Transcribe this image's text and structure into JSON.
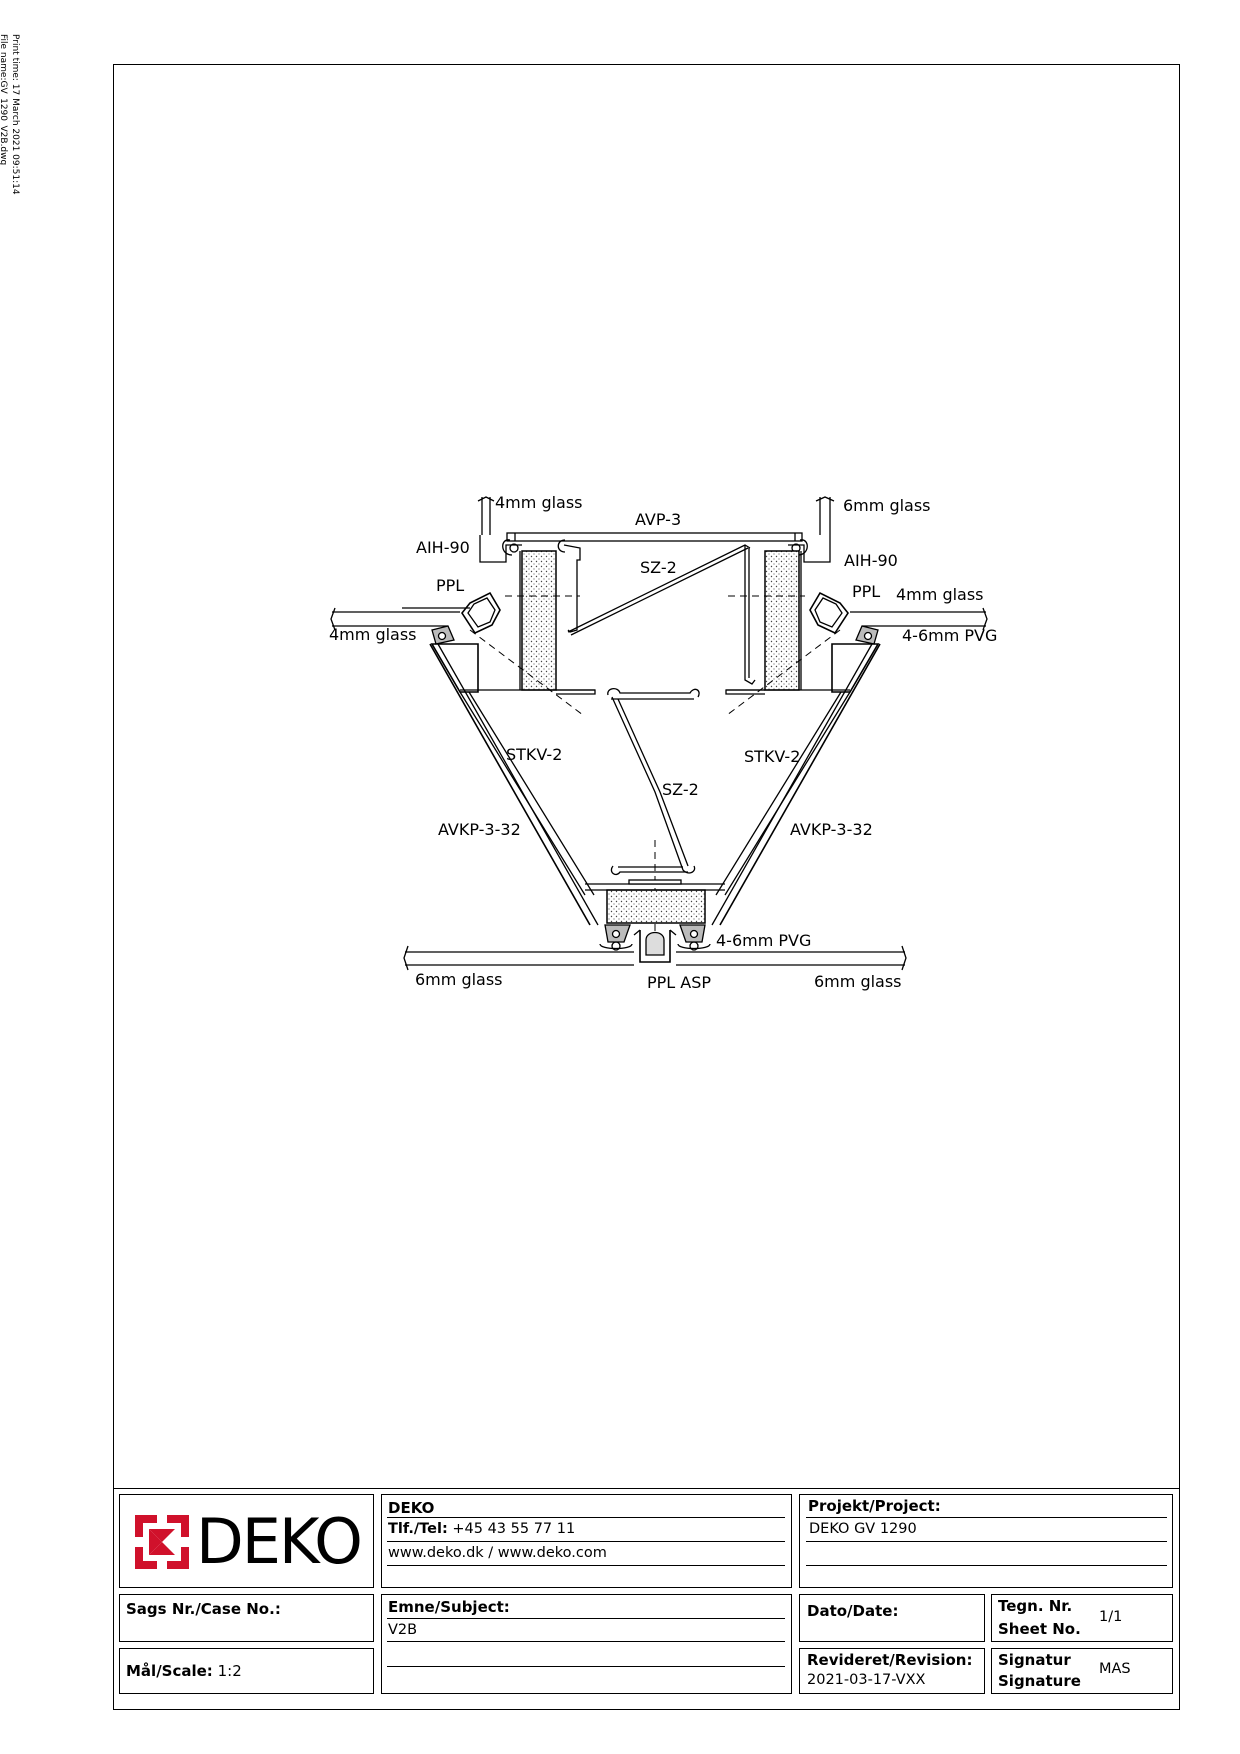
{
  "print_info": {
    "print_time": "Print time: 17 March 2021 09:51:14",
    "file_name": "File name:GV_1290_V2B.dwg"
  },
  "drawing_labels": {
    "glass_top_left": "4mm glass",
    "glass_top_right": "6mm glass",
    "avp": "AVP-3",
    "aih_left": "AIH-90",
    "aih_right": "AIH-90",
    "sz_top": "SZ-2",
    "ppl_left": "PPL",
    "ppl_right": "PPL",
    "glass_mid_right": "4mm glass",
    "glass_mid_left": "4mm glass",
    "pvg_right": "4-6mm PVG",
    "stkv_left": "STKV-2",
    "stkv_right": "STKV-2",
    "sz_mid": "SZ-2",
    "avkp_left": "AVKP-3-32",
    "avkp_right": "AVKP-3-32",
    "pvg_bottom": "4-6mm PVG",
    "glass_bottom_left": "6mm glass",
    "ppl_asp": "PPL ASP",
    "glass_bottom_right": "6mm glass"
  },
  "title_block": {
    "logo_text": "DEKO",
    "logo_color": "#d0112b",
    "company": "DEKO",
    "tel_label": "Tlf./Tel:",
    "tel_value": "+45 43 55 77 11",
    "web": "www.deko.dk / www.deko.com",
    "project_label": "Projekt/Project:",
    "project_value": "DEKO GV 1290",
    "case_label": "Sags Nr./Case No.:",
    "subject_label": "Emne/Subject:",
    "subject_value": "V2B",
    "date_label": "Dato/Date:",
    "sheet_label_1": "Tegn. Nr.",
    "sheet_label_2": "Sheet No.",
    "sheet_value": "1/1",
    "scale_label": "Mål/Scale:",
    "scale_value": "1:2",
    "revision_label": "Revideret/Revision:",
    "revision_value": "2021-03-17-VXX",
    "signature_label_1": "Signatur",
    "signature_label_2": "Signature",
    "signature_value": "MAS"
  }
}
